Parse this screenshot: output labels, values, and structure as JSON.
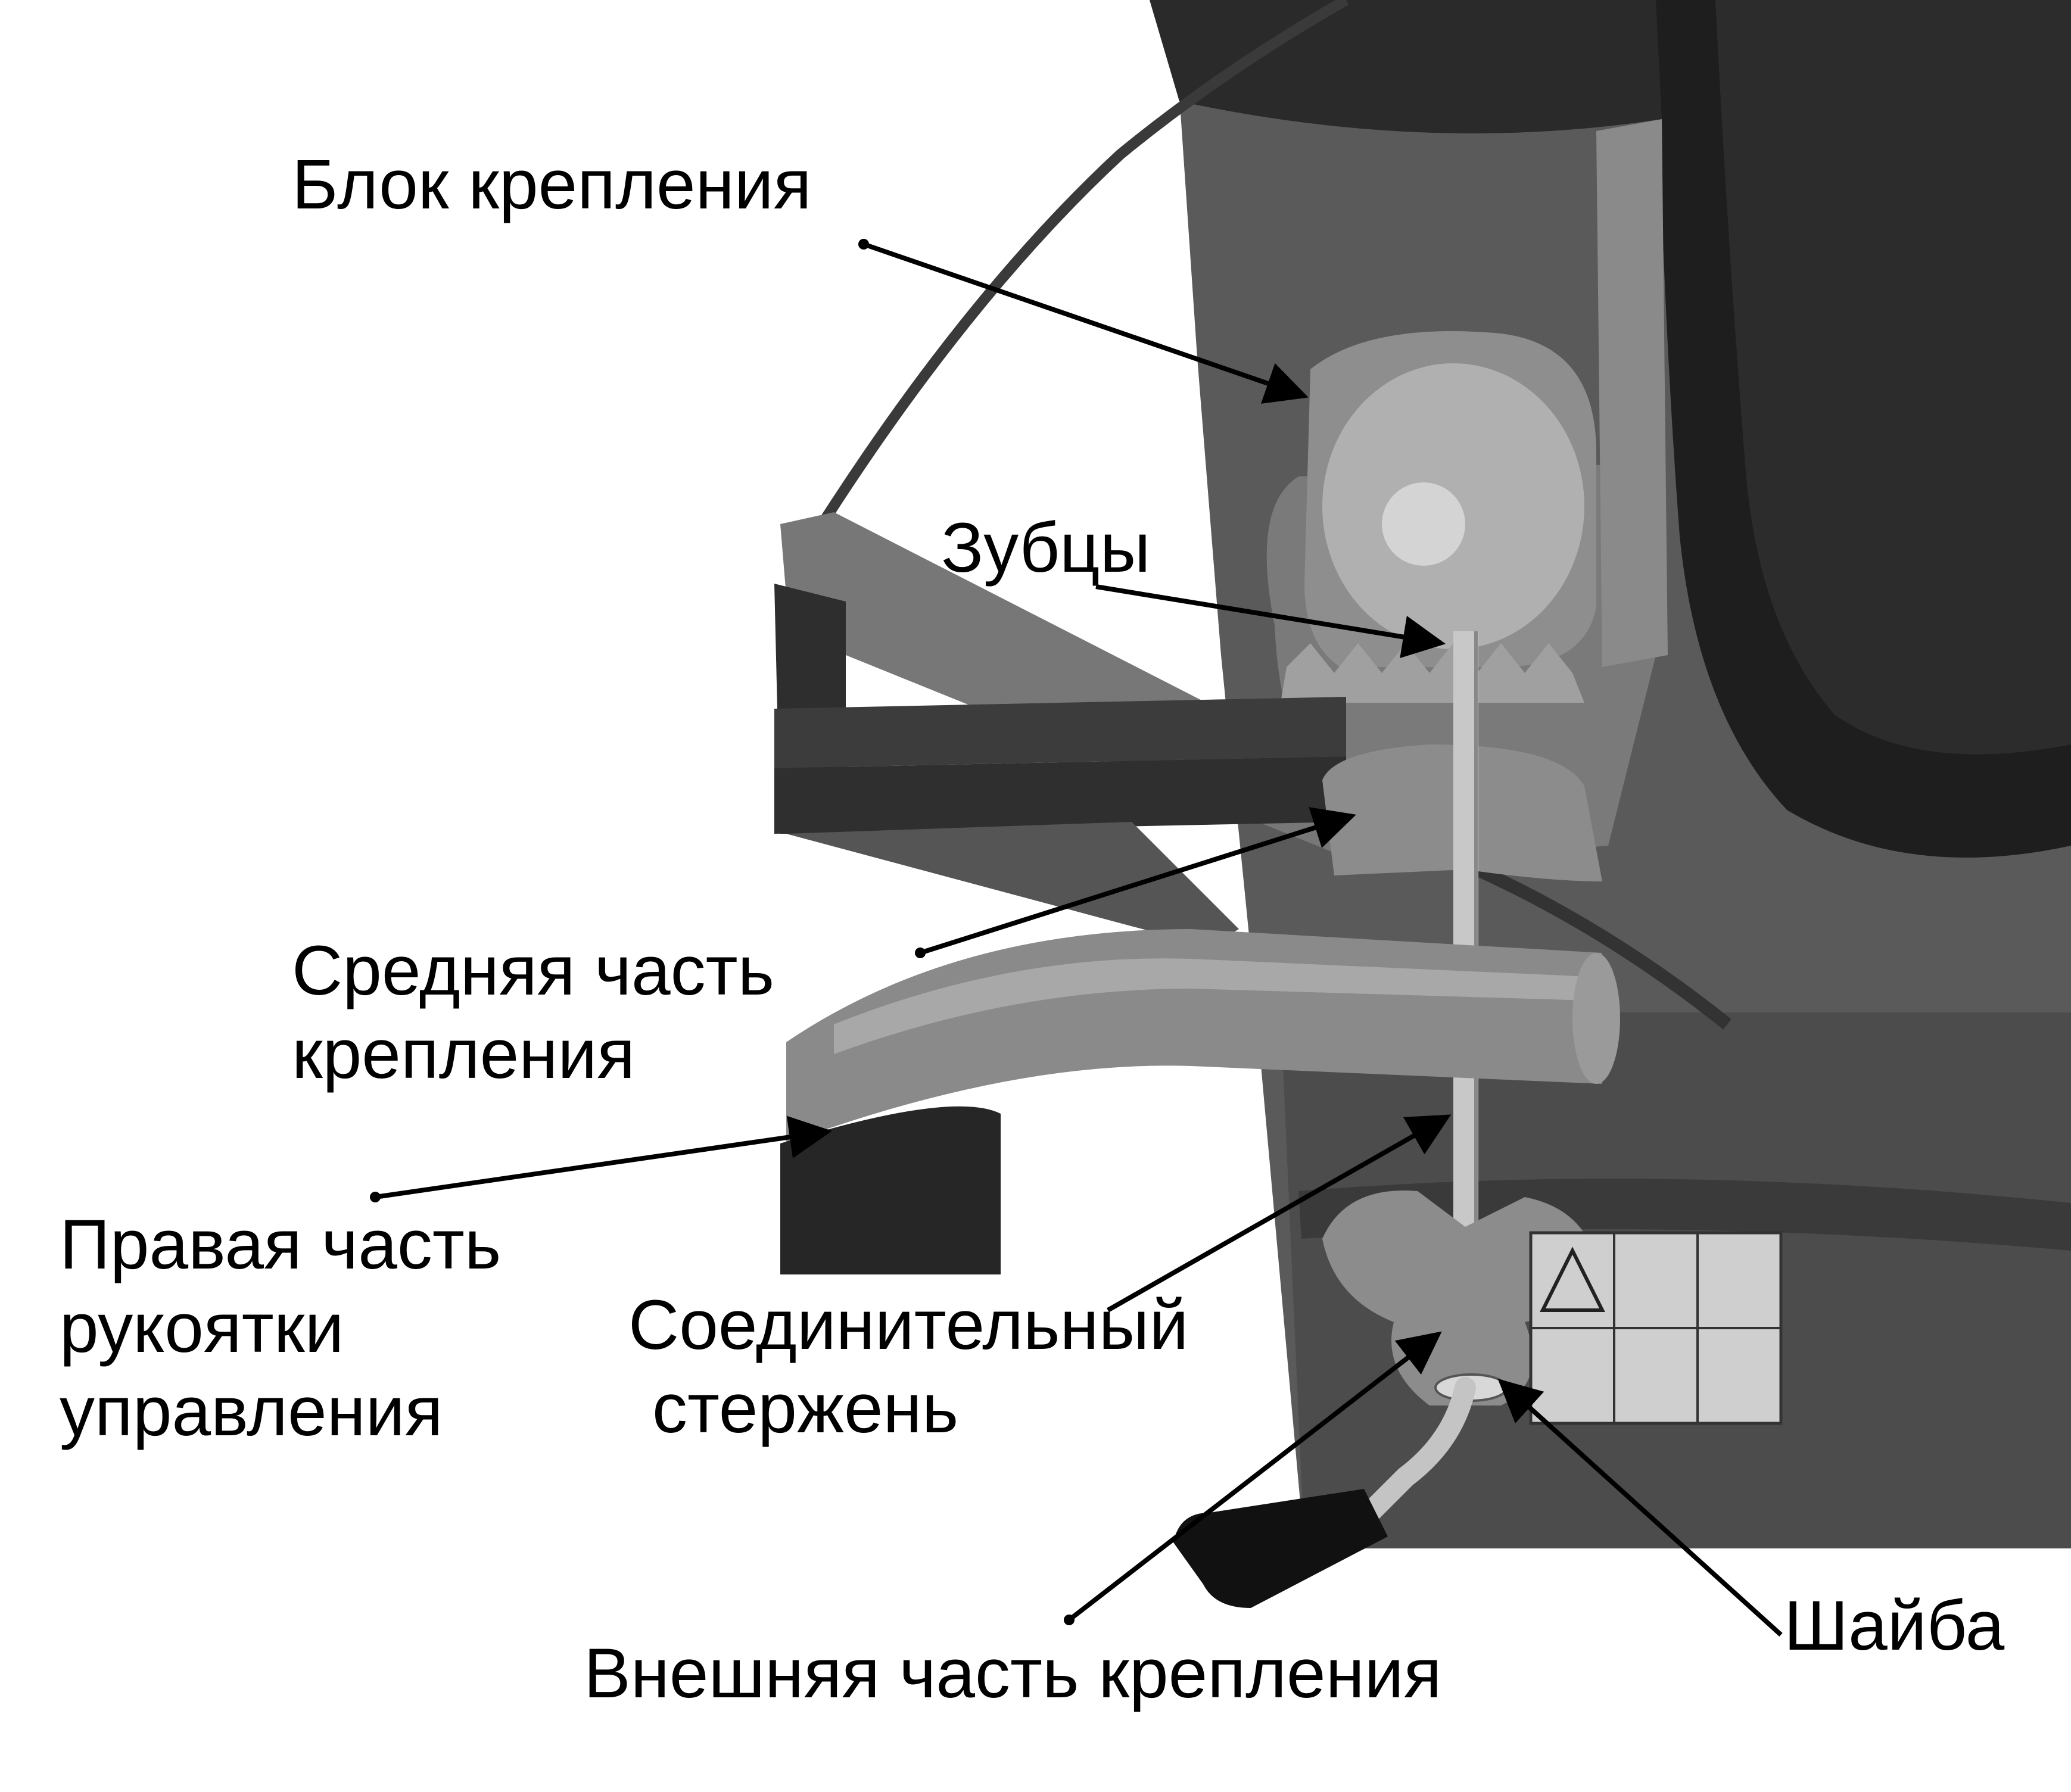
{
  "labels": {
    "mount_block": "Блок крепления",
    "teeth": "Зубцы",
    "middle_mount": [
      "Средняя часть",
      "крепления"
    ],
    "right_handle": [
      "Правая часть",
      "рукоятки",
      "управления"
    ],
    "connecting_rod": [
      "Соединительный",
      "стержень"
    ],
    "washer": "Шайба",
    "outer_mount": "Внешняя часть крепления"
  }
}
